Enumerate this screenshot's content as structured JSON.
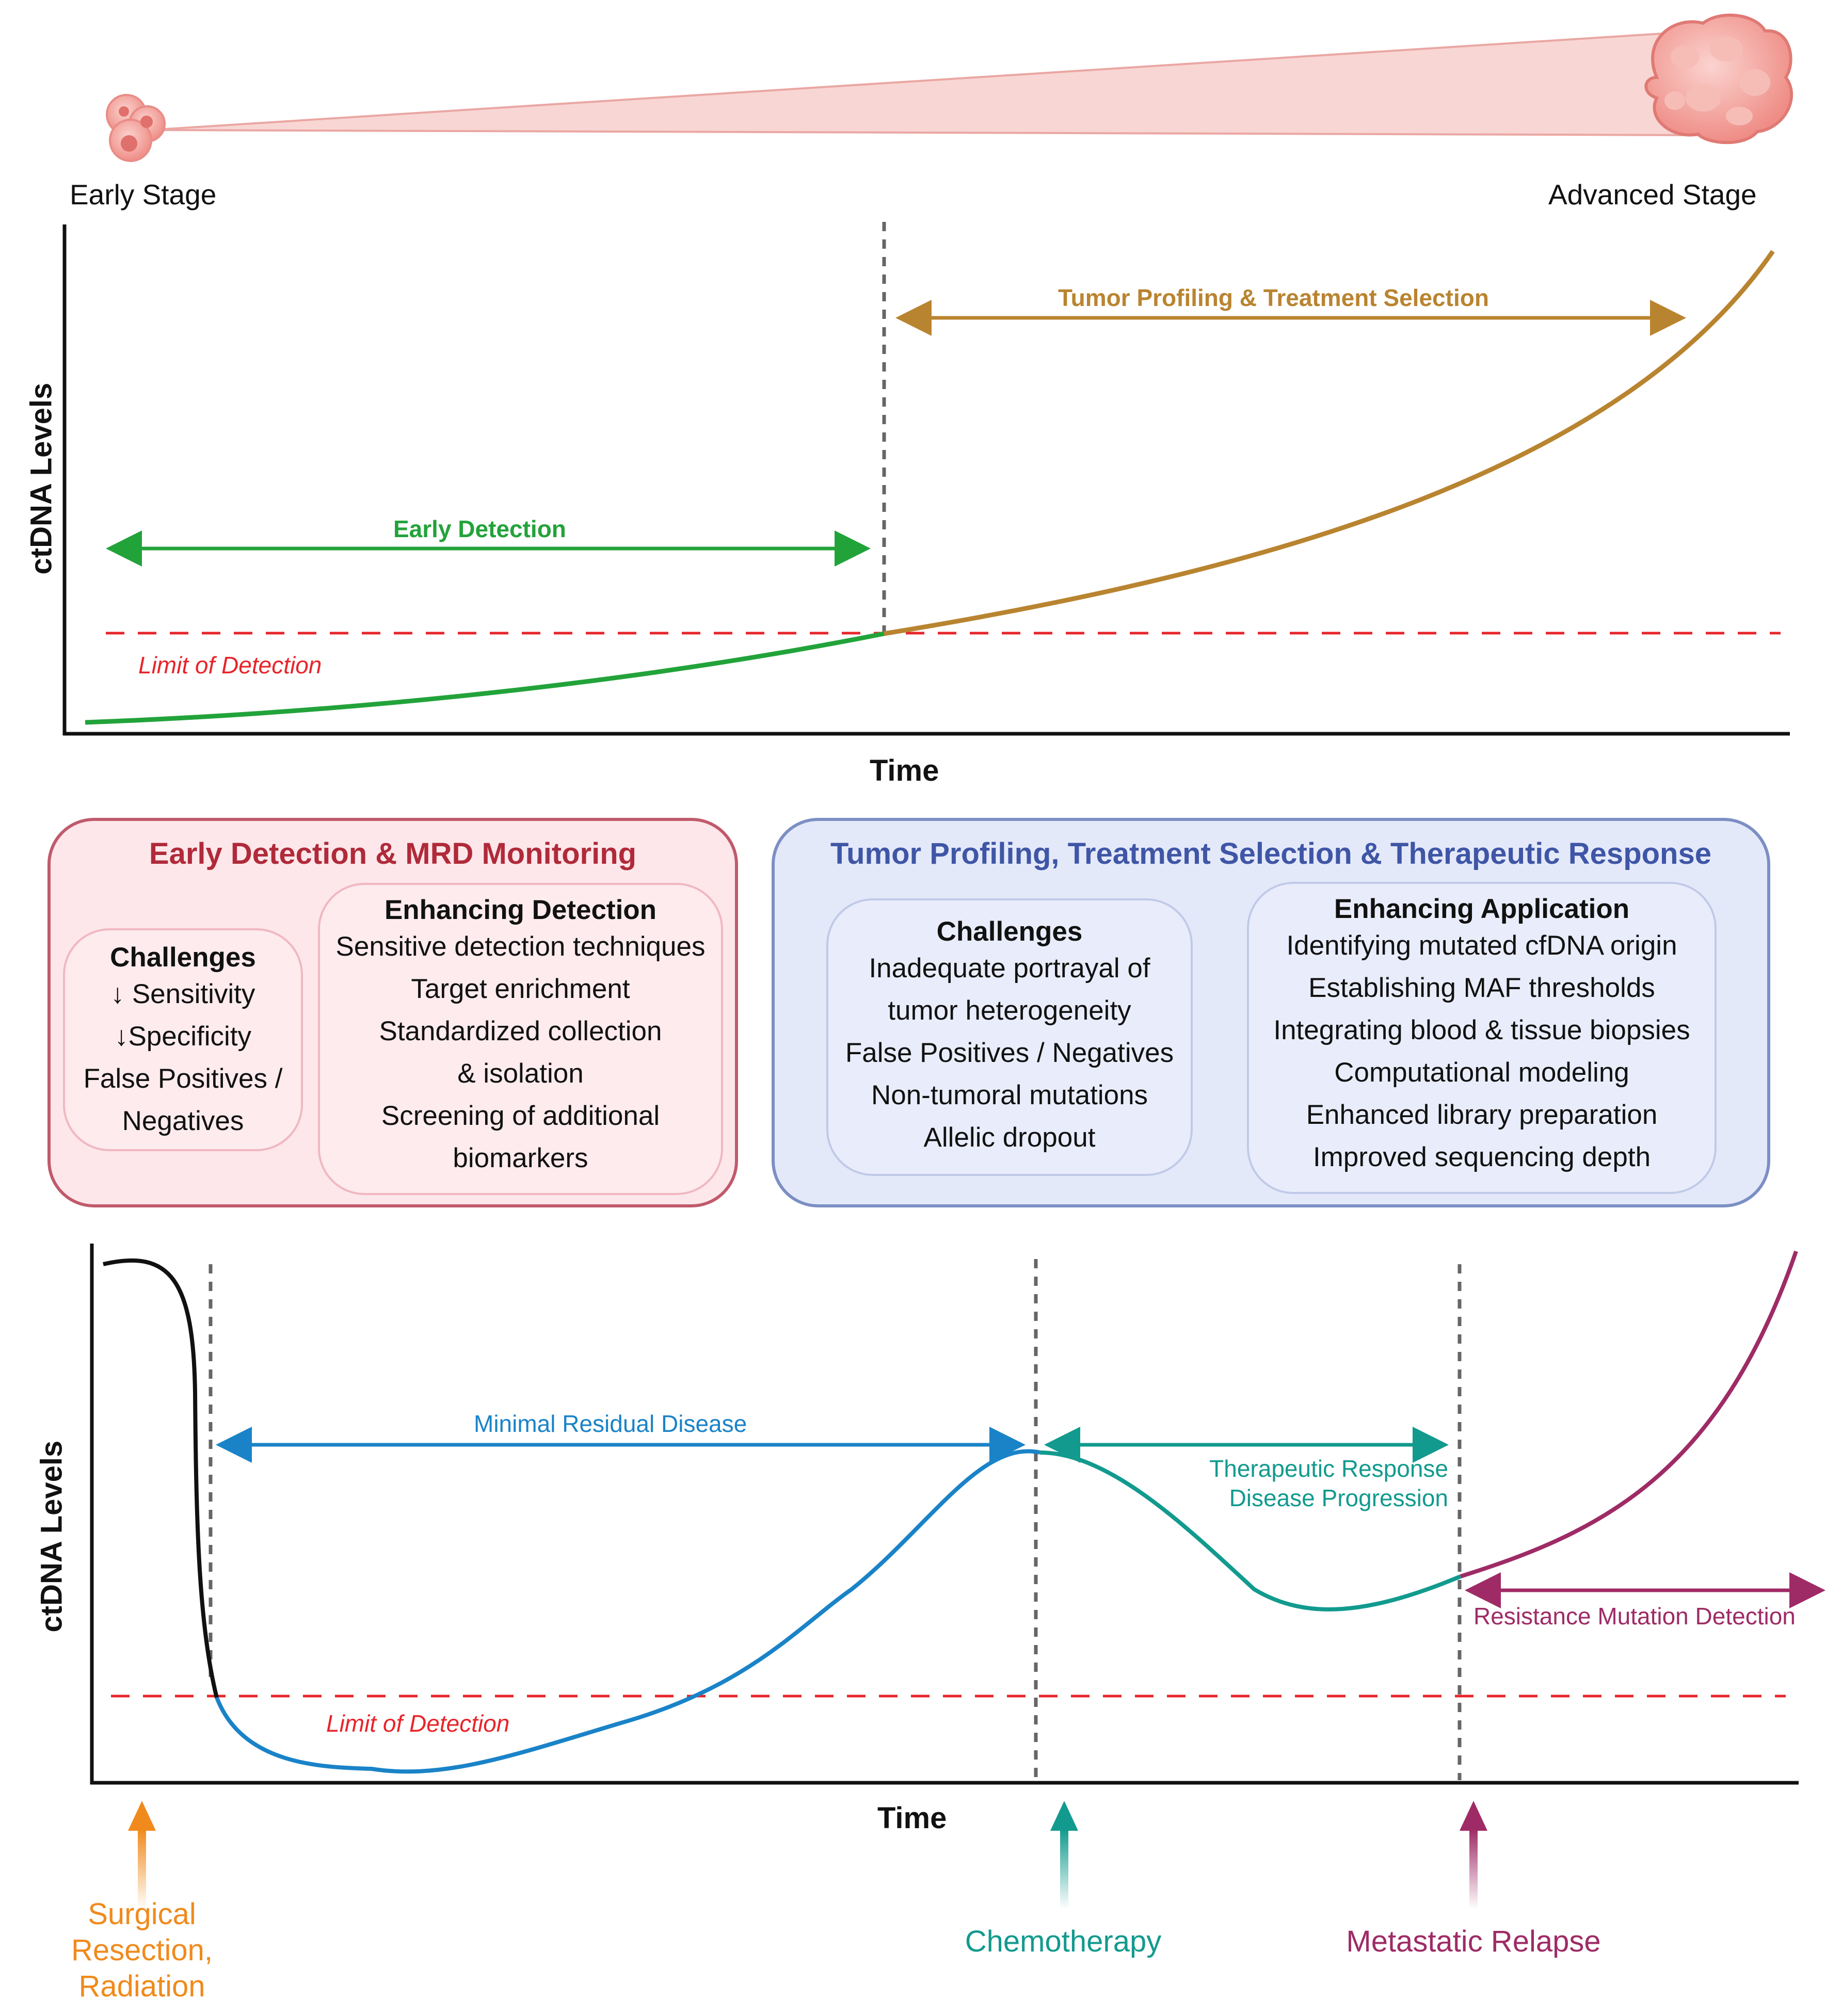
{
  "top": {
    "early_stage_label": "Early Stage",
    "advanced_stage_label": "Advanced Stage",
    "ylabel": "ctDNA Levels",
    "xlabel": "Time",
    "early_detection_label": "Early Detection",
    "profiling_label": "Tumor Profiling & Treatment Selection",
    "lod_label": "Limit of Detection"
  },
  "panel_left": {
    "title": "Early Detection & MRD Monitoring",
    "challenges": {
      "heading": "Challenges",
      "items": [
        "↓ Sensitivity",
        "↓Specificity",
        "False Positives /",
        "Negatives"
      ]
    },
    "enhancing": {
      "heading": "Enhancing Detection",
      "items": [
        "Sensitive detection techniques",
        "Target enrichment",
        "Standardized collection",
        "& isolation",
        "Screening of additional",
        "biomarkers"
      ]
    }
  },
  "panel_right": {
    "title": "Tumor Profiling, Treatment Selection & Therapeutic Response",
    "challenges": {
      "heading": "Challenges",
      "items": [
        "Inadequate portrayal of",
        "tumor heterogeneity",
        "False Positives / Negatives",
        "Non-tumoral mutations",
        "Allelic dropout"
      ]
    },
    "enhancing": {
      "heading": "Enhancing Application",
      "items": [
        "Identifying mutated cfDNA origin",
        "Establishing MAF thresholds",
        "Integrating blood & tissue biopsies",
        "Computational modeling",
        "Enhanced library preparation",
        "Improved sequencing depth"
      ]
    }
  },
  "bottom": {
    "ylabel": "ctDNA Levels",
    "xlabel": "Time",
    "mrd_label": "Minimal Residual Disease",
    "therapeutic_label_1": "Therapeutic Response",
    "therapeutic_label_2": "Disease Progression",
    "resistance_label": "Resistance Mutation Detection",
    "lod_label": "Limit of Detection",
    "events": {
      "surgery": [
        "Surgical",
        "Resection,",
        "Radiation"
      ],
      "chemo": "Chemotherapy",
      "relapse": "Metastatic Relapse"
    }
  },
  "colors": {
    "green": "#22a33a",
    "gold": "#b98430",
    "red": "#e8242a",
    "blue": "#1a83c8",
    "teal": "#129a8e",
    "purple": "#9e2b66",
    "orange": "#f08a1c",
    "panel_left_title": "#b02a3a",
    "panel_right_title": "#3f56a6"
  }
}
